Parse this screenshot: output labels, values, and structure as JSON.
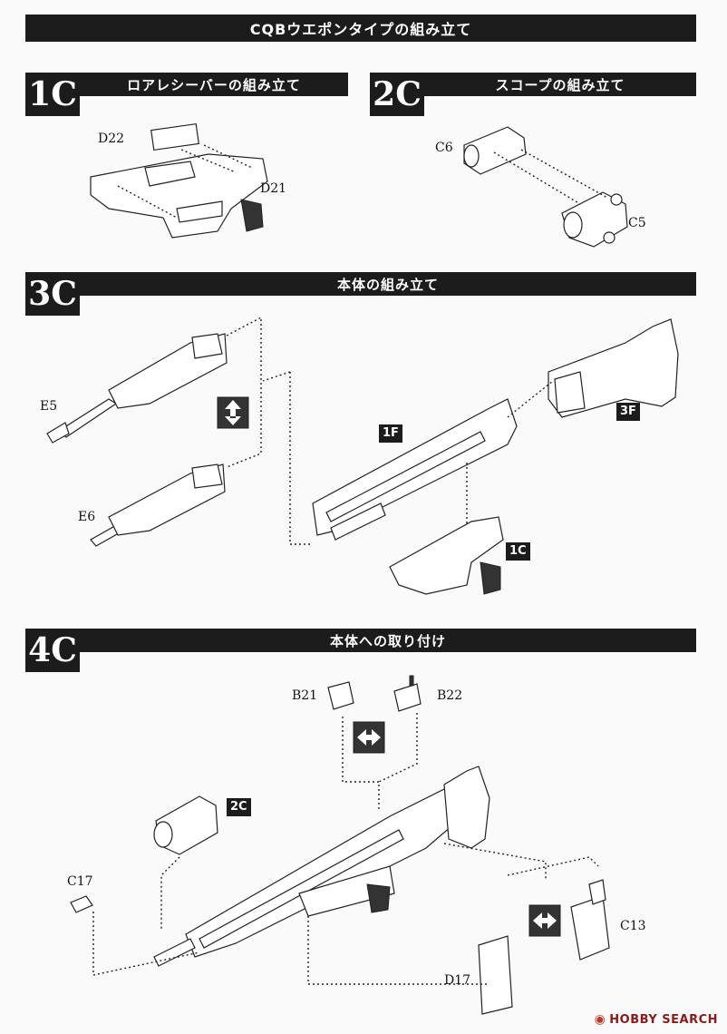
{
  "page": {
    "main_title": "CQBウエポンタイプの組み立て"
  },
  "steps": {
    "s1": {
      "num": "1C",
      "title": "ロアレシーバーの組み立て",
      "labels": {
        "d22": "D22",
        "d21": "D21"
      }
    },
    "s2": {
      "num": "2C",
      "title": "スコープの組み立て",
      "labels": {
        "c6": "C6",
        "c5": "C5"
      }
    },
    "s3": {
      "num": "3C",
      "title": "本体の組み立て",
      "labels": {
        "e5": "E5",
        "e6": "E6"
      },
      "tags": {
        "t1f": "1F",
        "t3f": "3F",
        "t1c": "1C"
      }
    },
    "s4": {
      "num": "4C",
      "title": "本体への取り付け",
      "labels": {
        "b21": "B21",
        "b22": "B22",
        "c17": "C17",
        "c13": "C13",
        "d17": "D17"
      },
      "tags": {
        "t2c": "2C"
      }
    }
  },
  "watermark": {
    "text": "HOBBY SEARCH",
    "icon": "hobby-search-logo-icon"
  }
}
